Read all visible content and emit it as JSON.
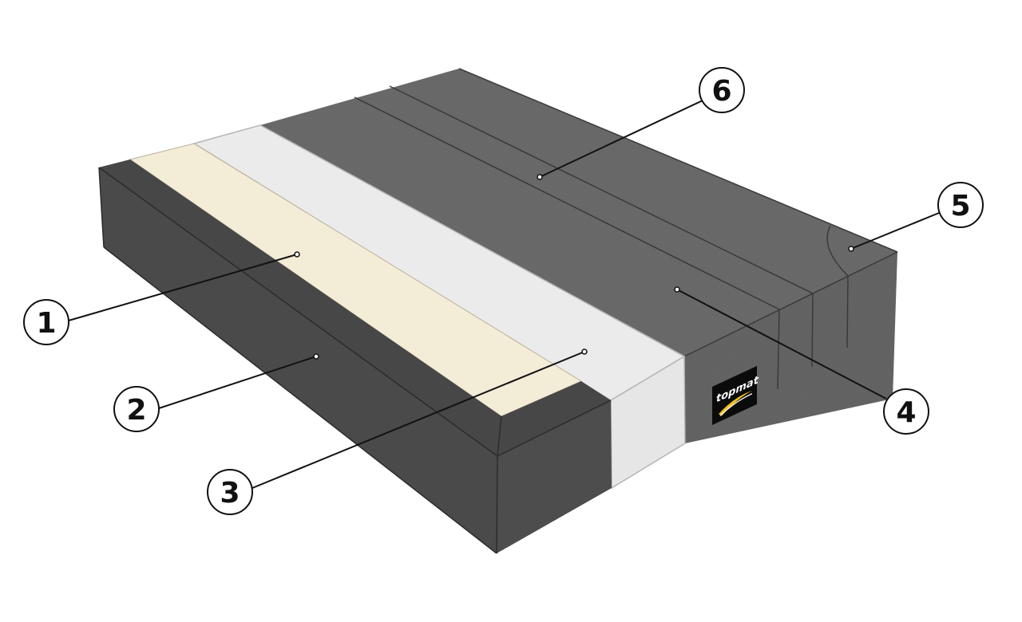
{
  "diagram": {
    "subject": "mattress layer cross-section",
    "brand_logo": {
      "text": "topmat",
      "background": "#0b0b0b",
      "swoosh_color": "#f2c21b"
    },
    "colors": {
      "background": "#ffffff",
      "dark_shell": "#4a4a4a",
      "dark_shell_top": "#3f3f3f",
      "cream_layer": "#f3ecd6",
      "white_layer": "#ebebeb",
      "white_layer_side": "#e6e6e6",
      "grey_foam": "#6e6e6e",
      "grey_foam_side": "#686868",
      "edge_line": "#3a3a3a",
      "callout_line": "#111111"
    },
    "callouts": [
      {
        "id": 1,
        "label": "1"
      },
      {
        "id": 2,
        "label": "2"
      },
      {
        "id": 3,
        "label": "3"
      },
      {
        "id": 4,
        "label": "4"
      },
      {
        "id": 5,
        "label": "5"
      },
      {
        "id": 6,
        "label": "6"
      }
    ]
  }
}
